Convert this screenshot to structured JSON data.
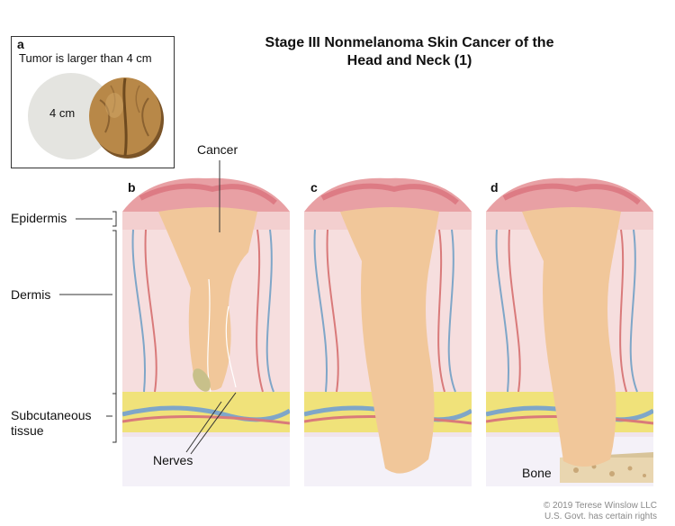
{
  "title": {
    "line1": "Stage III Nonmelanoma Skin Cancer of the",
    "line2": "Head and Neck (1)"
  },
  "inset": {
    "letter": "a",
    "caption": "Tumor is larger than 4 cm",
    "size_label": "4 cm"
  },
  "panels": [
    {
      "letter": "b"
    },
    {
      "letter": "c"
    },
    {
      "letter": "d"
    }
  ],
  "labels": {
    "epidermis": "Epidermis",
    "dermis": "Dermis",
    "subcutaneous_line1": "Subcutaneous",
    "subcutaneous_line2": "tissue",
    "cancer": "Cancer",
    "nerves": "Nerves",
    "bone": "Bone"
  },
  "copyright": {
    "line1": "© 2019 Terese Winslow LLC",
    "line2": "U.S. Govt. has certain rights"
  },
  "colors": {
    "skin_surface": "#e8a0a4",
    "epidermis": "#f3cfcf",
    "dermis": "#f6dede",
    "fat": "#f0e27a",
    "tumor": "#f1c79a",
    "vein": "#7fa6c8",
    "artery": "#d97a7a",
    "bone": "#e9d6b0"
  }
}
